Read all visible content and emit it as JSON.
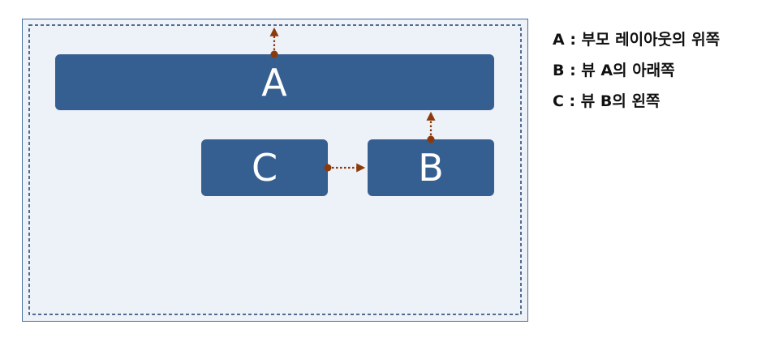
{
  "diagram": {
    "boxes": [
      {
        "id": "A",
        "label": "A"
      },
      {
        "id": "B",
        "label": "B"
      },
      {
        "id": "C",
        "label": "C"
      }
    ],
    "legend": [
      "A : 부모 레이아웃의 위쪽",
      "B : 뷰 A의 아래쪽",
      "C : 뷰 B의 왼쪽"
    ],
    "colors": {
      "canvas_fill": "#edf1f8",
      "canvas_border": "#4a6f9d",
      "dashed_border": "#1f3f6b",
      "box_fill": "#355f91",
      "box_text": "#ffffff",
      "arrow": "#8b3a0c"
    }
  }
}
